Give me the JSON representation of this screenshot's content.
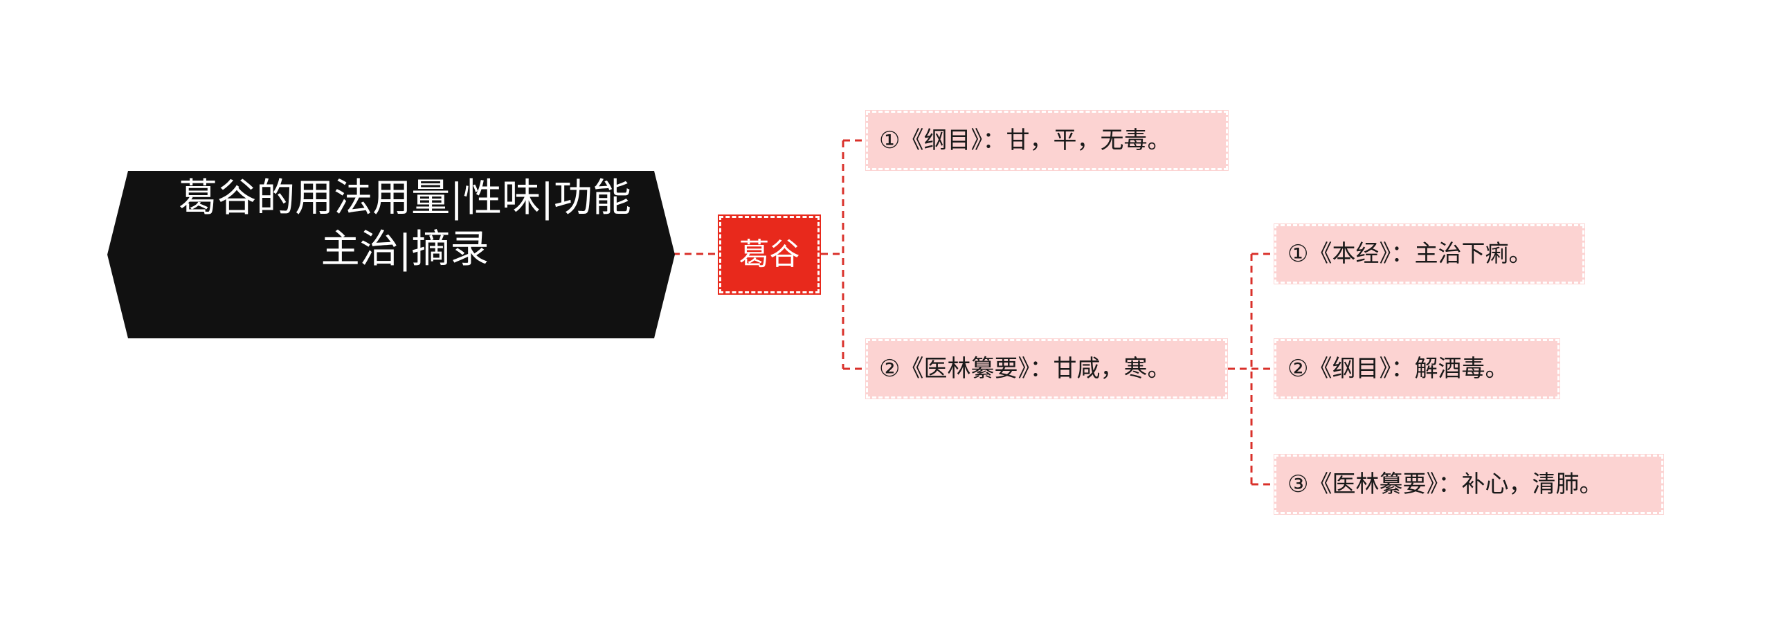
{
  "root": {
    "line1": "葛谷的用法用量|性味|功能",
    "line2": "主治|摘录"
  },
  "hub": {
    "label": "葛谷"
  },
  "branches": {
    "b1": "①《纲目》：甘，平，无毒。",
    "b2": "②《医林纂要》：甘咸，寒。"
  },
  "leaves": {
    "l1": "①《本经》：主治下痢。",
    "l2": "②《纲目》：解酒毒。",
    "l3": "③《医林纂要》：补心，清肺。"
  },
  "colors": {
    "root_fill": "#111111",
    "hub_fill": "#e8291c",
    "leaf_fill": "#fcd3d2",
    "connector": "#d9302a"
  }
}
